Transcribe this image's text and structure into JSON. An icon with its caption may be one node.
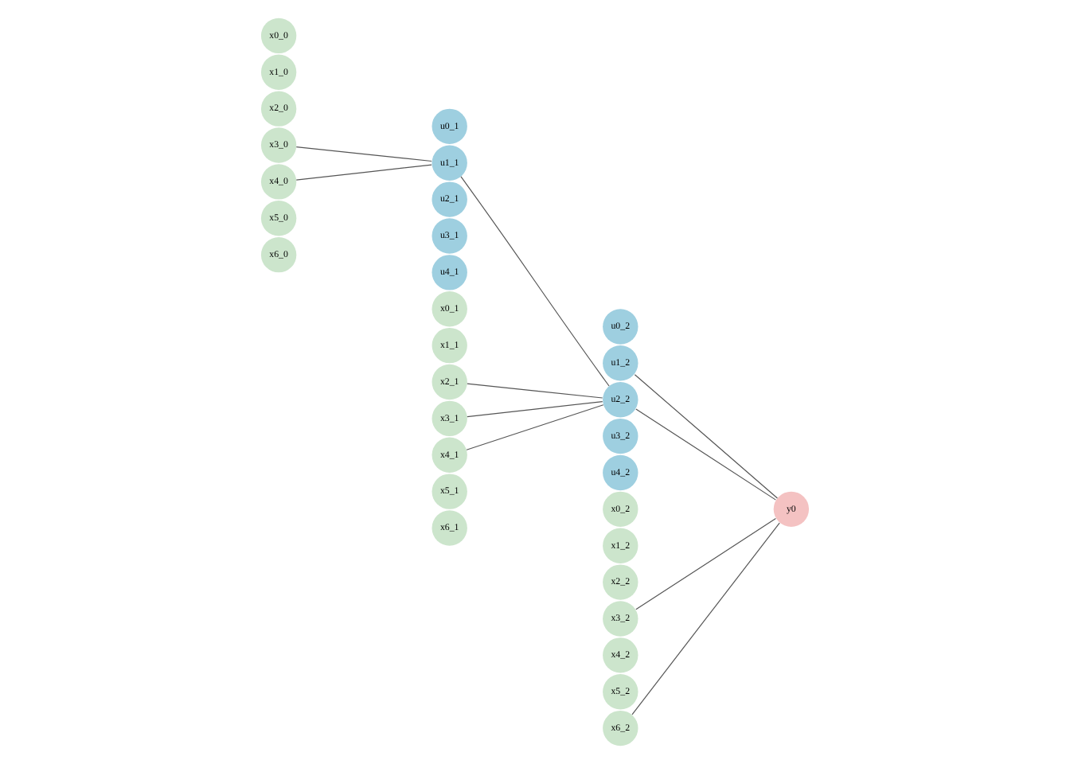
{
  "diagram": {
    "nodes": [
      {
        "text": [
          "x0_0"
        ]
      },
      {
        "text": [
          "x1_0"
        ]
      },
      {
        "text": [
          "x2_0"
        ]
      },
      {
        "text": [
          "x3_0"
        ]
      },
      {
        "text": [
          "x4_0"
        ]
      },
      {
        "text": [
          "x5_0"
        ]
      },
      {
        "text": [
          "x6_0"
        ]
      },
      {
        "text": [
          "u0_1"
        ]
      },
      {
        "text": [
          "u1_1"
        ]
      },
      {
        "text": [
          "u2_1"
        ]
      },
      {
        "text": [
          "u3_1"
        ]
      },
      {
        "text": [
          "u4_1"
        ]
      },
      {
        "text": [
          "x0_1"
        ]
      },
      {
        "text": [
          "x1_1"
        ]
      },
      {
        "text": [
          "x2_1"
        ]
      },
      {
        "text": [
          "x3_1"
        ]
      },
      {
        "text": [
          "x4_1"
        ]
      },
      {
        "text": [
          "x5_1"
        ]
      },
      {
        "text": [
          "x6_1"
        ]
      },
      {
        "text": [
          "u0_2"
        ]
      },
      {
        "text": [
          "u1_2"
        ]
      },
      {
        "text": [
          "u2_2"
        ]
      },
      {
        "text": [
          "u3_2"
        ]
      },
      {
        "text": [
          "u4_2"
        ]
      },
      {
        "text": [
          "x0_2"
        ]
      },
      {
        "text": [
          "x1_2"
        ]
      },
      {
        "text": [
          "x2_2"
        ]
      },
      {
        "text": [
          "x3_2"
        ]
      },
      {
        "text": [
          "x4_2"
        ]
      },
      {
        "text": [
          "x5_2"
        ]
      },
      {
        "text": [
          "x6_2"
        ]
      },
      {
        "text": [
          "y0"
        ]
      }
    ],
    "edges": [
      {
        "from": 3,
        "to": 8,
        "arrow": "none"
      },
      {
        "from": 4,
        "to": 8,
        "arrow": "none"
      },
      {
        "from": 8,
        "to": 21,
        "arrow": "none"
      },
      {
        "from": 14,
        "to": 21,
        "arrow": "none"
      },
      {
        "from": 15,
        "to": 21,
        "arrow": "none"
      },
      {
        "from": 16,
        "to": 21,
        "arrow": "none"
      },
      {
        "from": 20,
        "to": 31,
        "arrow": "none"
      },
      {
        "from": 21,
        "to": 31,
        "arrow": "none"
      },
      {
        "from": 27,
        "to": 31,
        "arrow": "none"
      },
      {
        "from": 30,
        "to": 31,
        "arrow": "none"
      }
    ]
  }
}
